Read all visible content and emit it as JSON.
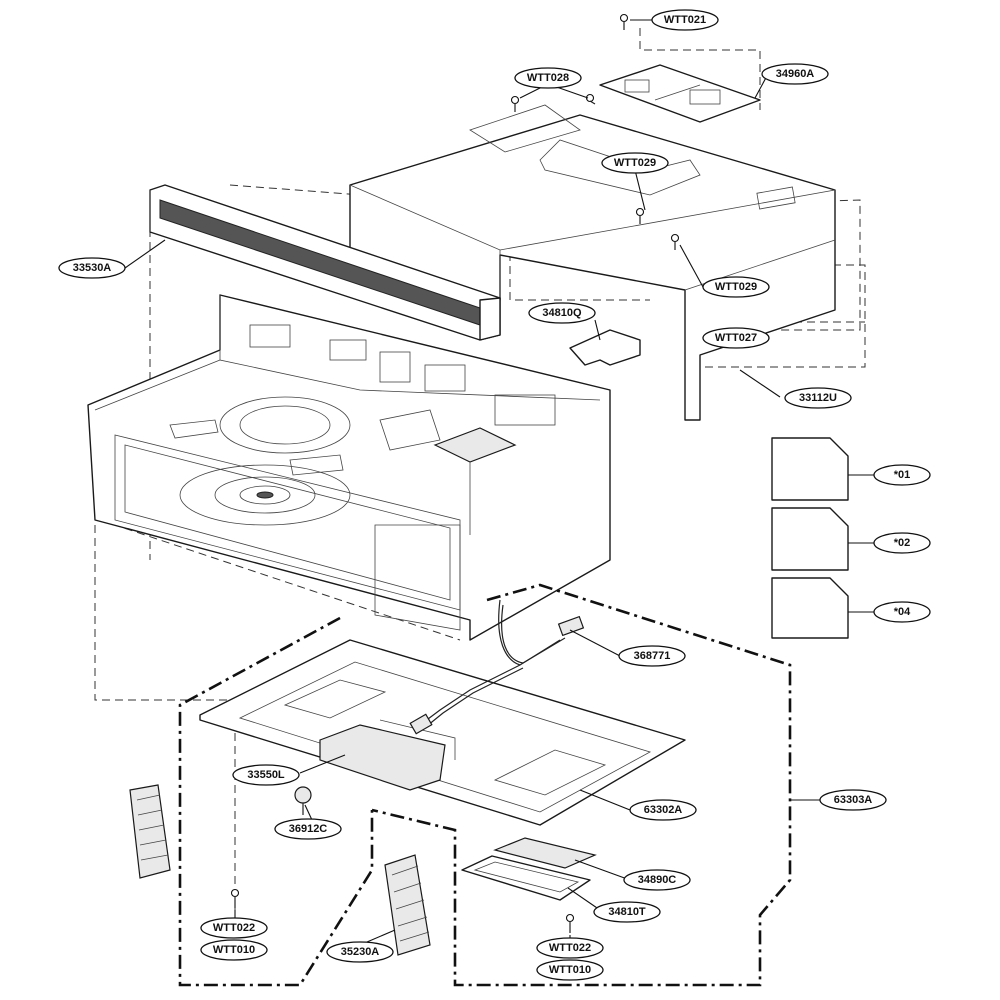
{
  "labels": {
    "wtt021": "WTT021",
    "wtt028": "WTT028",
    "p34960a": "34960A",
    "wtt029_top": "WTT029",
    "p33530a": "33530A",
    "wtt029_box": "WTT029",
    "p34810q": "34810Q",
    "wtt027": "WTT027",
    "p33112u": "33112U",
    "m01": "*01",
    "m02": "*02",
    "m04": "*04",
    "p368771": "368771",
    "p33550l": "33550L",
    "p63302a": "63302A",
    "p63303a": "63303A",
    "p36912c": "36912C",
    "p34890c": "34890C",
    "p34810t": "34810T",
    "wtt022_left": "WTT022",
    "wtt010_left": "WTT010",
    "p35230a": "35230A",
    "wtt022_right": "WTT022",
    "wtt010_right": "WTT010"
  }
}
